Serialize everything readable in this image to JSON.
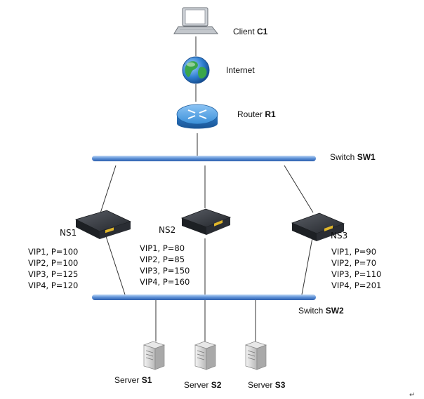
{
  "client": {
    "label": "Client ",
    "name": "C1",
    "icon": "laptop-icon"
  },
  "internet": {
    "label": "Internet",
    "icon": "globe-icon"
  },
  "router": {
    "label": "Router ",
    "name": "R1",
    "icon": "router-icon"
  },
  "switch1": {
    "label": "Switch ",
    "name": "SW1"
  },
  "switch2": {
    "label": "Switch ",
    "name": "SW2"
  },
  "appliances": [
    {
      "name": "NS1",
      "vips": [
        "VIP1, P=100",
        "VIP2, P=100",
        "VIP3, P=125",
        "VIP4, P=120"
      ]
    },
    {
      "name": "NS2",
      "vips": [
        "VIP1, P=80",
        "VIP2, P=85",
        "VIP3, P=150",
        "VIP4, P=160"
      ]
    },
    {
      "name": "NS3",
      "vips": [
        "VIP1, P=90",
        "VIP2, P=70",
        "VIP3, P=110",
        "VIP4, P=201"
      ]
    }
  ],
  "servers": [
    {
      "label": "Server ",
      "name": "S1"
    },
    {
      "label": "Server ",
      "name": "S2"
    },
    {
      "label": "Server ",
      "name": "S3"
    }
  ],
  "colors": {
    "switch_bar": "#5b8fd6",
    "appliance_body": "#2a2d33",
    "router": "#3a8fd8",
    "globe": "#2f7fd1"
  },
  "footer_mark": "↵"
}
